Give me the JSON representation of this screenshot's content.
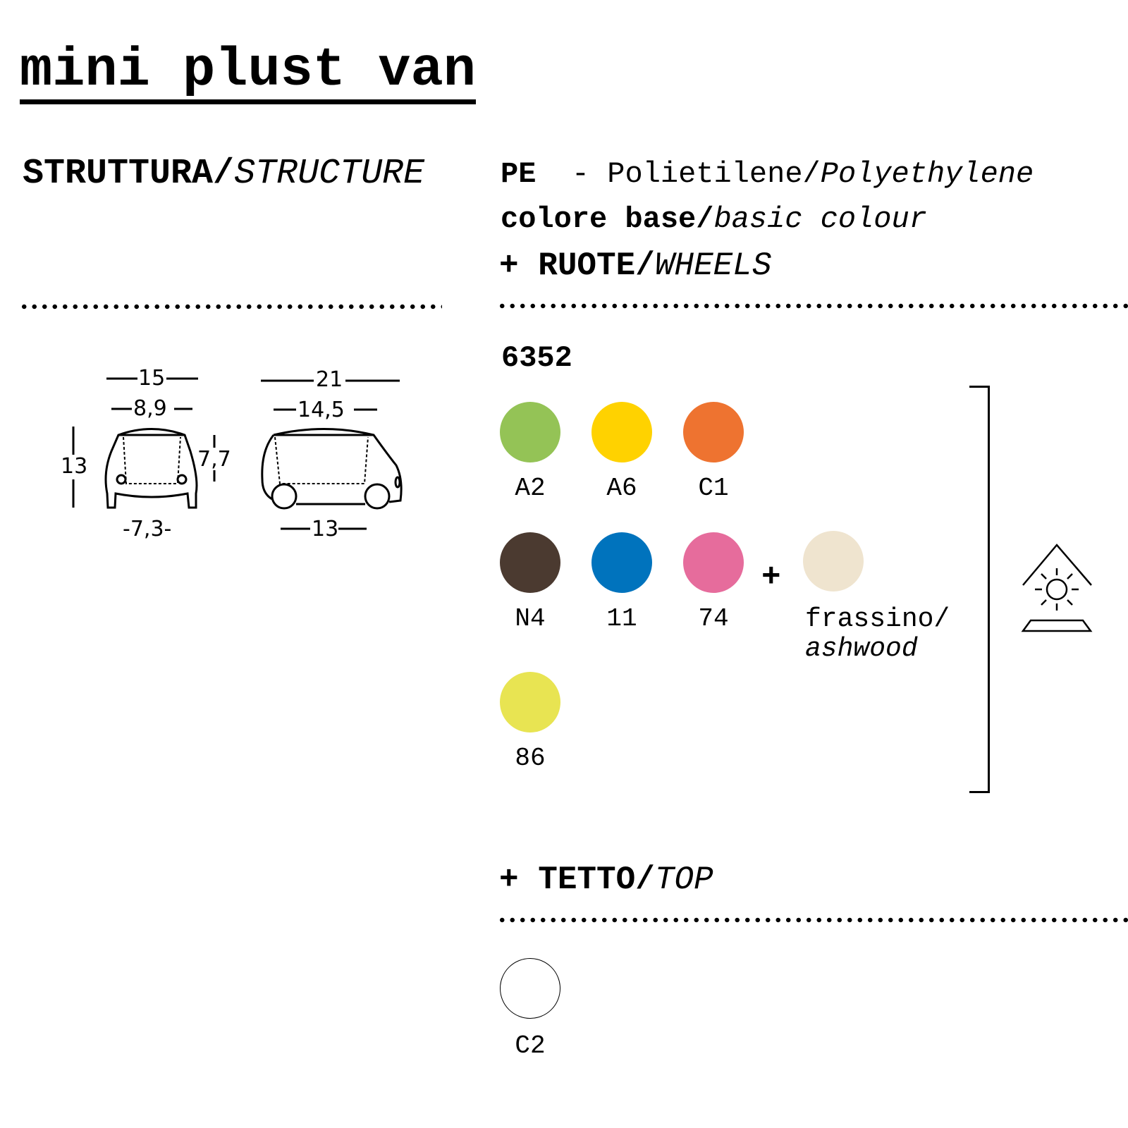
{
  "title": "mini plust van",
  "structure": {
    "label_it": "STRUTTURA/",
    "label_en": "STRUCTURE"
  },
  "material": {
    "code": "PE",
    "sep": "-",
    "name_it": "Polietilene/",
    "name_en": "Polyethylene"
  },
  "base_colour": {
    "label_it": "colore base/",
    "label_en": "basic colour"
  },
  "wheels": {
    "plus": "+",
    "label_it": "RUOTE/",
    "label_en": "WHEELS"
  },
  "dimensions": {
    "front": {
      "width_top": "15",
      "width_mid": "8,9",
      "height": "13",
      "inner_height": "7,7",
      "width_bottom": "7,3"
    },
    "side": {
      "length_top": "21",
      "length_mid": "14,5",
      "length_bottom": "13"
    }
  },
  "product_code": "6352",
  "colours": [
    {
      "code": "A2",
      "hex": "#94c356"
    },
    {
      "code": "A6",
      "hex": "#ffd200"
    },
    {
      "code": "C1",
      "hex": "#ee7330"
    },
    {
      "code": "N4",
      "hex": "#4b3a30"
    },
    {
      "code": "11",
      "hex": "#0073bd"
    },
    {
      "code": "74",
      "hex": "#e66c9c"
    },
    {
      "code": "86",
      "hex": "#e8e452"
    }
  ],
  "wheel_material": {
    "plus": "+",
    "hex": "#efe4cf",
    "label_it": "frassino/",
    "label_en": "ashwood"
  },
  "outdoor_icon": "outdoor-sun-shelter-icon",
  "top": {
    "plus": "+",
    "label_it": "TETTO/",
    "label_en": "TOP",
    "colour": {
      "code": "C2",
      "hex": "#ffffff"
    }
  }
}
